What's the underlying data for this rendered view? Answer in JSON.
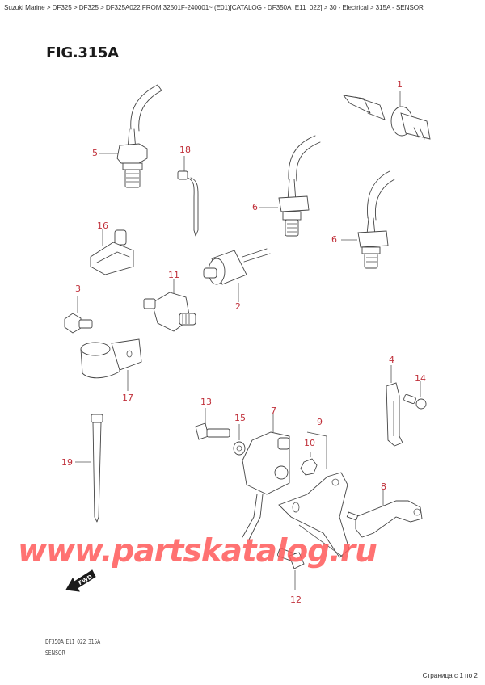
{
  "breadcrumb": {
    "text": "Suzuki Marine > DF325 > DF325 > DF325A022 FROM 32501F-240001~ (E01)[CATALOG - DF350A_E11_022] > 30 - Electrical > 315A - SENSOR",
    "items": [
      "Suzuki Marine",
      "DF325",
      "DF325",
      "DF325A022 FROM 32501F-240001~ (E01)[CATALOG - DF350A_E11_022]",
      "30 - Electrical",
      "315A - SENSOR"
    ]
  },
  "figure": {
    "title": "FIG.315A",
    "code": "DF350A_E11_022_315A",
    "name": "SENSOR",
    "fwd_label": "FWD"
  },
  "callouts": [
    {
      "id": "1",
      "label": "1"
    },
    {
      "id": "2",
      "label": "2"
    },
    {
      "id": "3",
      "label": "3"
    },
    {
      "id": "4",
      "label": "4"
    },
    {
      "id": "5",
      "label": "5"
    },
    {
      "id": "6a",
      "label": "6"
    },
    {
      "id": "6b",
      "label": "6"
    },
    {
      "id": "7",
      "label": "7"
    },
    {
      "id": "8",
      "label": "8"
    },
    {
      "id": "9",
      "label": "9"
    },
    {
      "id": "10",
      "label": "10"
    },
    {
      "id": "11",
      "label": "11"
    },
    {
      "id": "12",
      "label": "12"
    },
    {
      "id": "13",
      "label": "13"
    },
    {
      "id": "14",
      "label": "14"
    },
    {
      "id": "15",
      "label": "15"
    },
    {
      "id": "16",
      "label": "16"
    },
    {
      "id": "17",
      "label": "17"
    },
    {
      "id": "18",
      "label": "18"
    },
    {
      "id": "19",
      "label": "19"
    }
  ],
  "watermark": "www.partskatalog.ru",
  "pager": "Страница с 1 по 2",
  "colors": {
    "callout": "#c0303a",
    "watermark": "#ff5a5a",
    "line": "#444444"
  }
}
